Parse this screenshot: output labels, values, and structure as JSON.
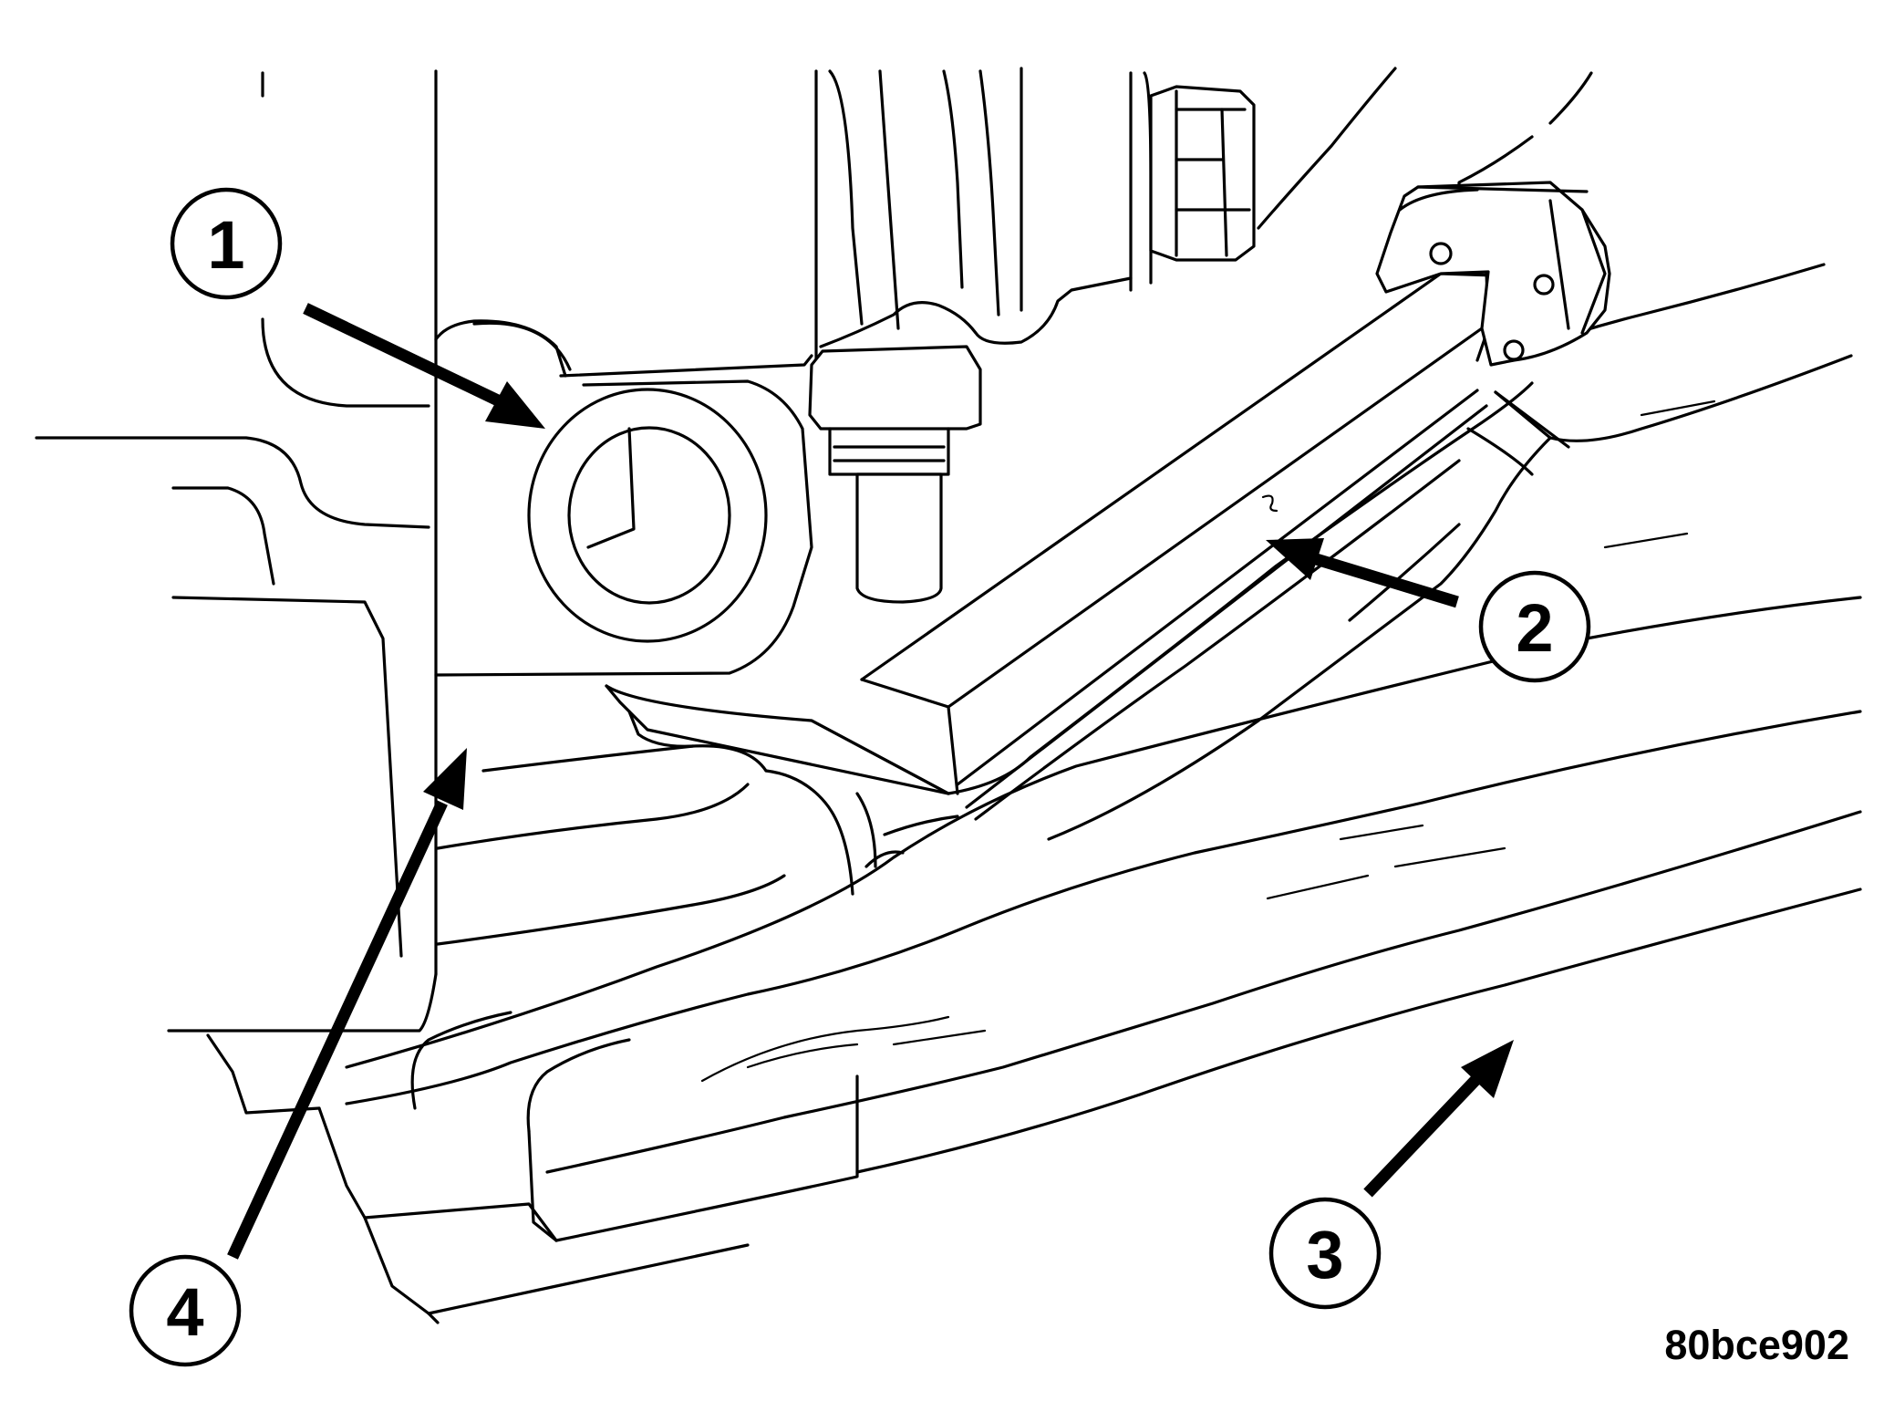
{
  "figure": {
    "id_label": "80bce902",
    "callouts": [
      {
        "number": "1"
      },
      {
        "number": "2"
      },
      {
        "number": "3"
      },
      {
        "number": "4"
      }
    ]
  },
  "colors": {
    "line": "#000000",
    "background": "#ffffff"
  }
}
